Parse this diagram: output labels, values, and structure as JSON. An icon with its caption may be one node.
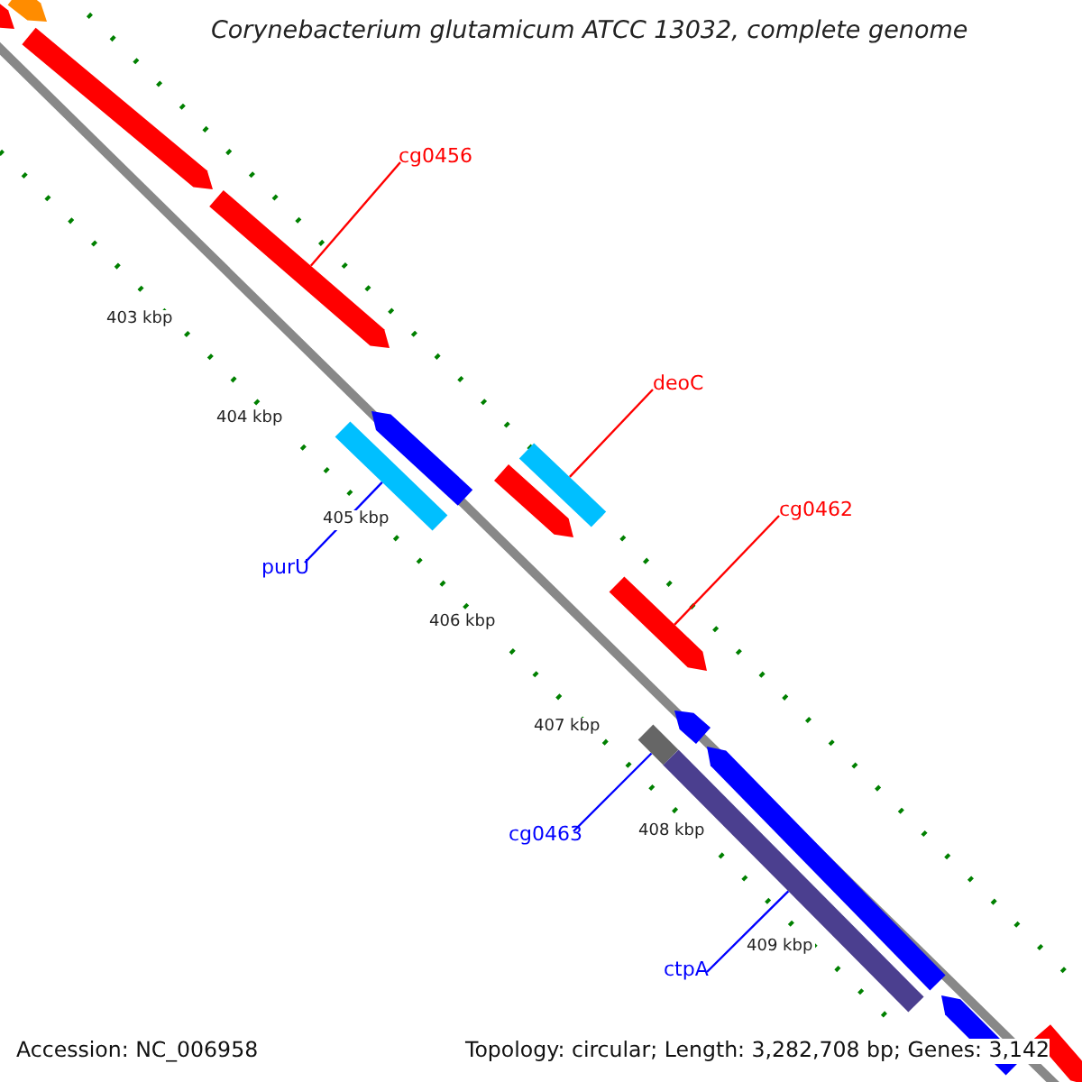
{
  "diagram": {
    "title": "Corynebacterium glutamicum ATCC 13032, complete genome",
    "nodes": [
      {
        "text": [],
        "shape": "bar"
      },
      {
        "text": [],
        "shape": "bar"
      },
      {
        "text": [],
        "shape": "bar"
      },
      {
        "text": [
          "cg0456"
        ]
      },
      {
        "text": [],
        "shape": "bar"
      },
      {
        "text": [],
        "shape": "bar"
      },
      {
        "text": [
          "deoC"
        ]
      },
      {
        "text": [],
        "shape": "bar"
      },
      {
        "text": [],
        "shape": "bar"
      },
      {
        "text": [
          "cg0462"
        ]
      },
      {
        "text": [],
        "shape": "bar"
      },
      {
        "text": [
          "purU"
        ]
      },
      {
        "text": [],
        "shape": "bar"
      },
      {
        "text": [],
        "shape": "bar"
      },
      {
        "text": [],
        "shape": "bar"
      },
      {
        "text": [
          "cg0463"
        ]
      },
      {
        "text": [],
        "shape": "bar"
      },
      {
        "text": [],
        "shape": "bar"
      },
      {
        "text": [
          "ctpA"
        ]
      },
      {
        "text": [],
        "shape": "bar"
      },
      {
        "text": [],
        "shape": "bar"
      }
    ],
    "edges": [
      {
        "from": 3,
        "to": 4,
        "arrow": "none",
        "color": "#ff0000"
      },
      {
        "from": 6,
        "to": 7,
        "arrow": "none",
        "color": "#ff0000"
      },
      {
        "from": 9,
        "to": 10,
        "arrow": "none",
        "color": "#ff0000"
      },
      {
        "from": 11,
        "to": 12,
        "arrow": "none",
        "color": "#0000ff"
      },
      {
        "from": 15,
        "to": 14,
        "arrow": "none",
        "color": "#0000ff"
      },
      {
        "from": 18,
        "to": 17,
        "arrow": "none",
        "color": "#0000ff"
      }
    ],
    "labels": [
      "403 kbp",
      "404 kbp",
      "405 kbp",
      "406 kbp",
      "407 kbp",
      "408 kbp",
      "409 kbp",
      "Accession: NC_006958",
      "Topology: circular; Length: 3,282,708 bp; Genes: 3,142"
    ]
  }
}
